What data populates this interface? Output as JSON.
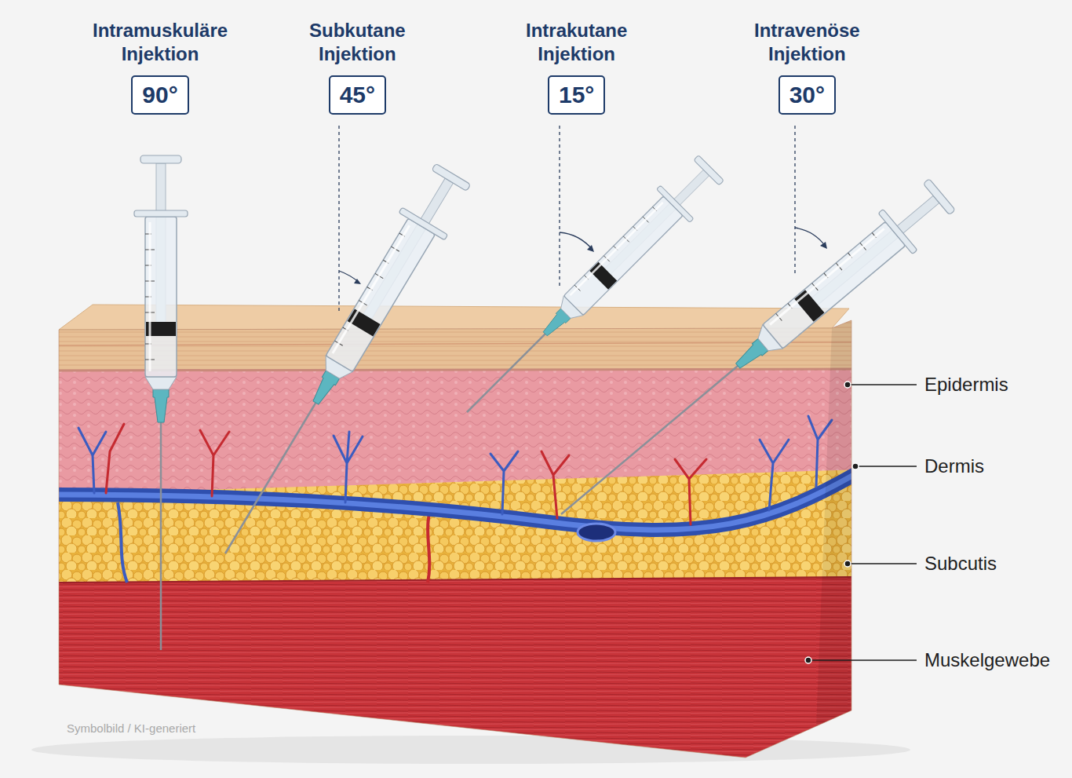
{
  "diagram": {
    "nodes": [
      {
        "text": [
          "Intramuskuläre Injektion",
          "90°"
        ]
      },
      {
        "text": [
          "Subkutane Injektion",
          "45°"
        ]
      },
      {
        "text": [
          "Intrakutane Injektion",
          "15°"
        ]
      },
      {
        "text": [
          "Intravenöse Injektion",
          "30°"
        ]
      }
    ],
    "labels": [
      "Epidermis",
      "Dermis",
      "Subcutis",
      "Muskelgewebe",
      "Symbolbild / KI-generiert"
    ]
  }
}
